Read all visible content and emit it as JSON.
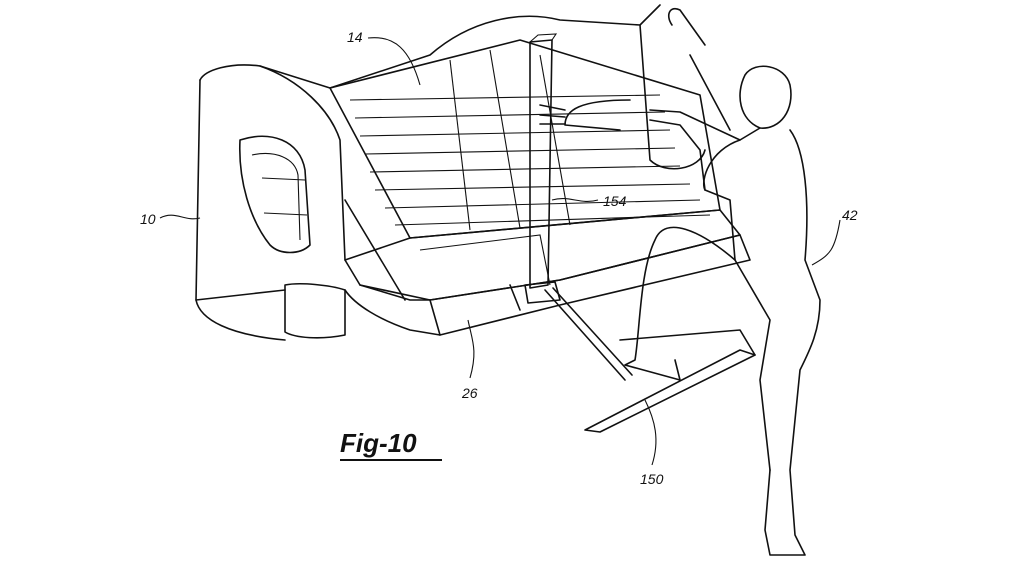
{
  "figure": {
    "title": "Fig-10",
    "labels": {
      "truck": "10",
      "bed": "14",
      "tailgate": "26",
      "user": "42",
      "step": "150",
      "handle": "154"
    }
  }
}
